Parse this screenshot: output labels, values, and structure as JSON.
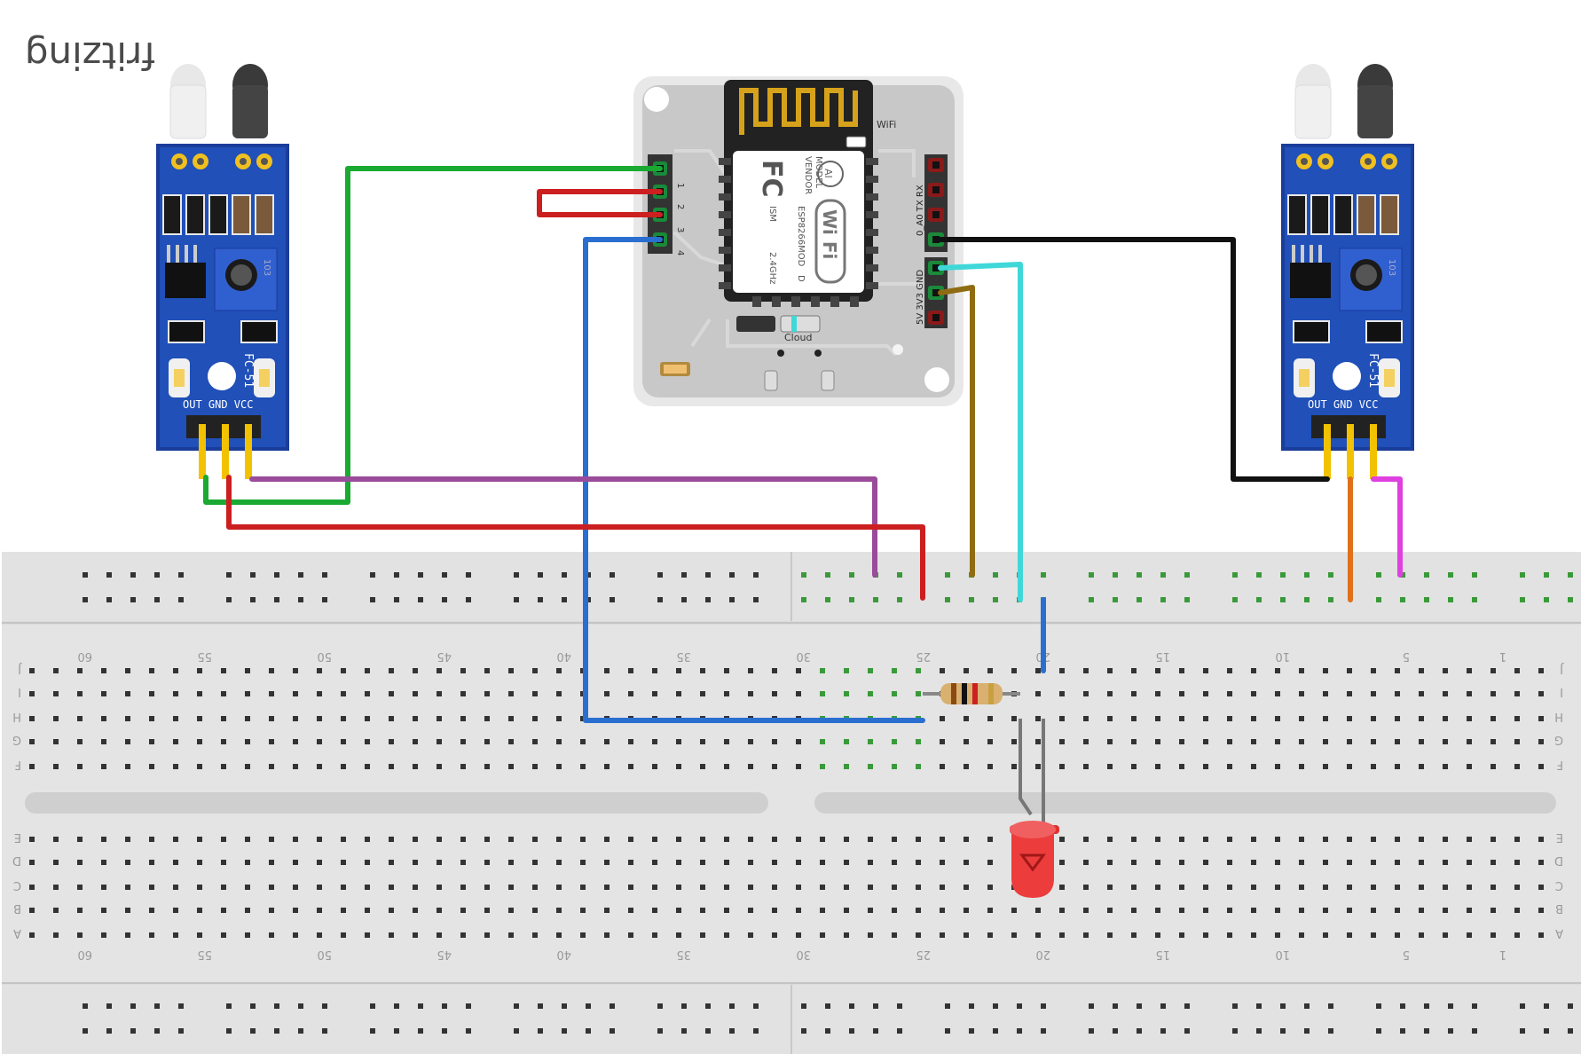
{
  "app": {
    "brand": "fritzing"
  },
  "breadboard": {
    "column_numbers": [
      "60",
      "55",
      "50",
      "45",
      "40",
      "35",
      "30",
      "25",
      "20",
      "15",
      "10",
      "5",
      "1"
    ],
    "top_rows": [
      "J",
      "I",
      "H",
      "G",
      "F"
    ],
    "bottom_rows": [
      "E",
      "D",
      "C",
      "B",
      "A"
    ]
  },
  "ir_sensor": {
    "model": "FC-51",
    "pin_labels": "OUT GND VCC",
    "pot_label": "103"
  },
  "esp_board": {
    "wifi_label": "WiFi",
    "cloud_label": "Cloud",
    "left_pins": [
      "1",
      "2",
      "3",
      "4"
    ],
    "right_pin_labels": "0_A0 TX RX",
    "power_pin_labels": "5V 3V3 GND",
    "module_model": "MODEL",
    "module_vendor": "VENDOR",
    "module_name": "ESP8266MOD",
    "module_ism": "ISM",
    "module_freq": "2.4GHz",
    "module_d": "D",
    "fc_mark": "FC",
    "wifi_logo": "Wi Fi",
    "ai_mark": "AI"
  },
  "wire_colors": {
    "green": "#1aaa32",
    "red": "#cc1f1f",
    "blue": "#2a6fd0",
    "purple": "#9a4b9a",
    "black": "#111111",
    "cyan": "#3fd8d8",
    "brown": "#8f6c12",
    "orange": "#e0701a",
    "magenta": "#e040e0",
    "yellow": "#f2c200"
  }
}
